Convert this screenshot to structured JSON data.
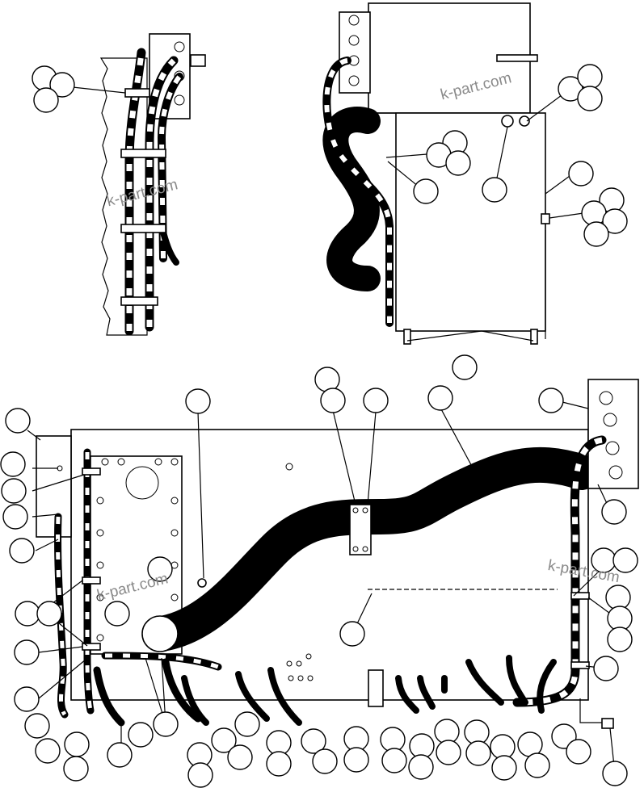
{
  "watermarks": {
    "wm1": "k-part.com",
    "wm2": "k-part.com",
    "wm3": "k-part.com",
    "wm4": "k-part.com"
  }
}
